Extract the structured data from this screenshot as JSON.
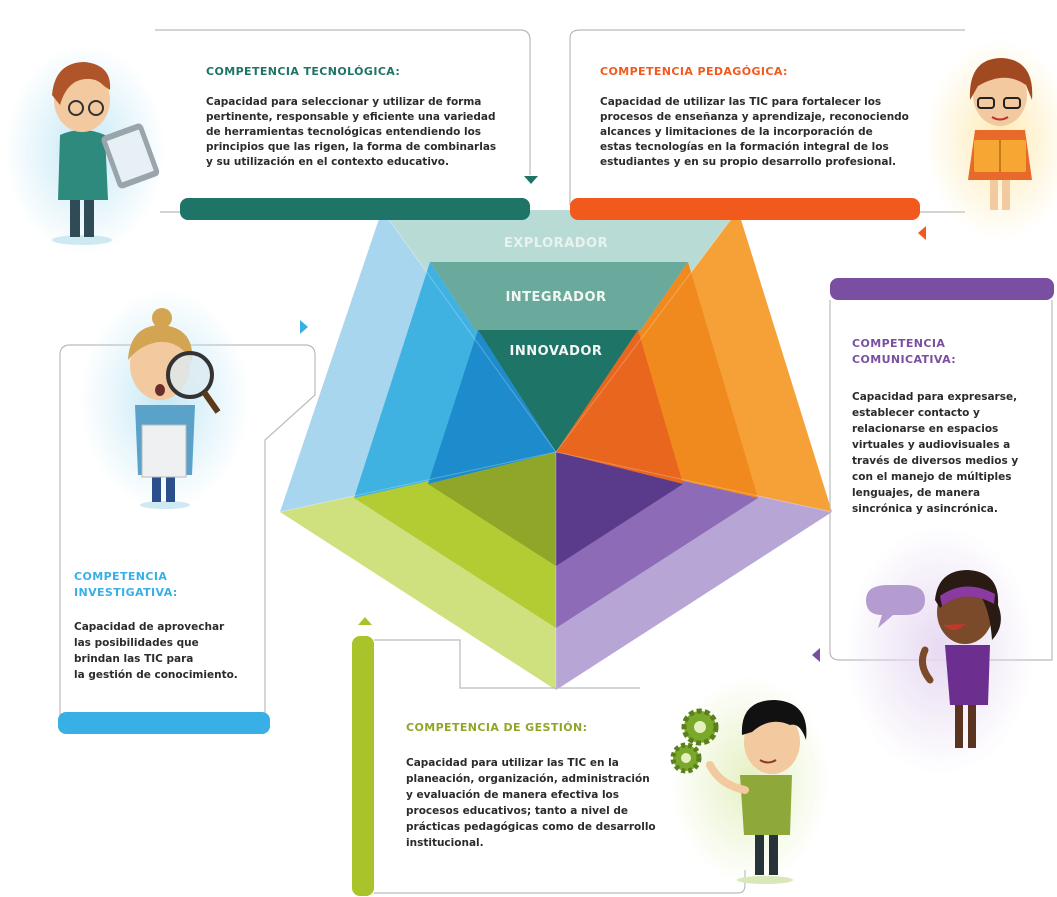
{
  "colors": {
    "tecnologica": "#1e7466",
    "pedagogica": "#f25a1d",
    "comunicativa": "#7a4fa1",
    "investigativa": "#38b0e6",
    "gestion": "#a9c42a"
  },
  "levels": {
    "explorador": "EXPLORADOR",
    "integrador": "INTEGRADOR",
    "innovador": "INNOVADOR"
  },
  "competencias": {
    "tecnologica": {
      "title": "COMPETENCIA TECNOLÓGICA:",
      "lines": [
        "Capacidad para seleccionar y utilizar de forma",
        "pertinente, responsable y eficiente una variedad",
        "de herramientas tecnológicas entendiendo los",
        "principios que las rigen, la forma de combinarlas",
        "y su utilización en el contexto educativo."
      ]
    },
    "pedagogica": {
      "title": "COMPETENCIA PEDAGÓGICA:",
      "lines": [
        "Capacidad de utilizar las TIC para fortalecer los",
        "procesos de enseñanza y aprendizaje, reconociendo",
        "alcances y limitaciones de la incorporación de",
        "estas tecnologías en la formación integral de los",
        "estudiantes y en su propio desarrollo profesional."
      ]
    },
    "comunicativa": {
      "title_lines": [
        "COMPETENCIA",
        "COMUNICATIVA:"
      ],
      "lines": [
        "Capacidad para expresarse,",
        "establecer contacto y",
        "relacionarse en espacios",
        "virtuales y audiovisuales a",
        "través de diversos medios y",
        "con el manejo de múltiples",
        "lenguajes, de manera",
        "sincrónica y asincrónica."
      ]
    },
    "investigativa": {
      "title_lines": [
        "COMPETENCIA",
        "INVESTIGATIVA:"
      ],
      "lines": [
        "Capacidad de aprovechar",
        "las posibilidades que",
        "brindan las TIC para",
        "la gestión de conocimiento."
      ]
    },
    "gestion": {
      "title": "COMPETENCIA DE GESTIÓN:",
      "lines": [
        "Capacidad para utilizar las TIC en la",
        "planeación, organización, administración",
        "y evaluación de manera efectiva los",
        "procesos educativos; tanto a nivel de",
        "prácticas pedagógicas como de desarrollo",
        "institucional."
      ]
    }
  }
}
